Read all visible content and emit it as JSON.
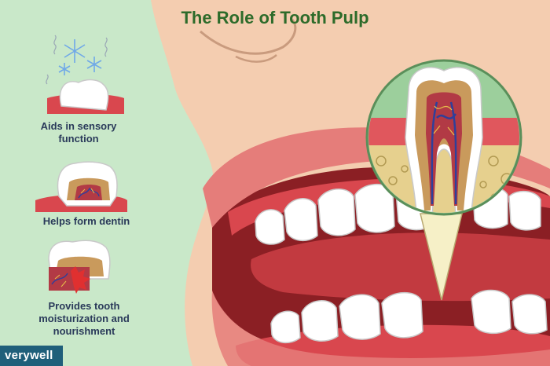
{
  "title": "The Role of Tooth Pulp",
  "functions": [
    {
      "label": "Aids in sensory function",
      "icon": "sensory-tooth-icon"
    },
    {
      "label": "Helps form dentin",
      "icon": "dentin-tooth-icon"
    },
    {
      "label": "Provides tooth moisturization and nourishment",
      "icon": "nourishment-tooth-icon"
    }
  ],
  "brand": "verywell",
  "colors": {
    "background": "#c9e8c9",
    "skin": "#f4cdb0",
    "gum": "#d9474e",
    "enamel": "#ffffff",
    "pulp": "#b23a45",
    "nerve": "#2f3f9a",
    "bone": "#e6d08e",
    "title": "#2d6b2a"
  }
}
